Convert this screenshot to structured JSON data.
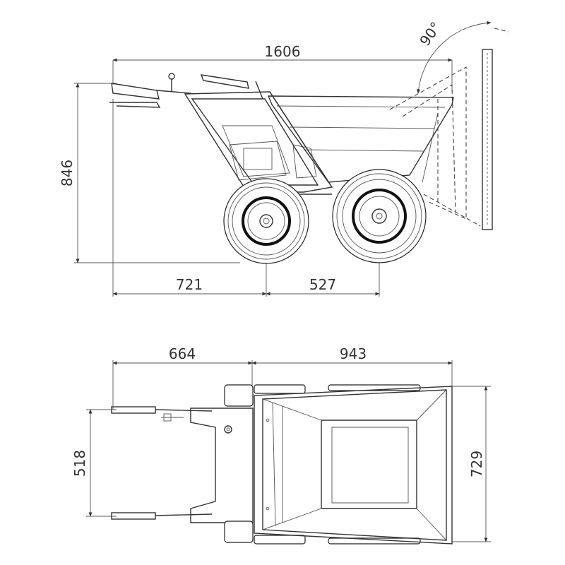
{
  "side_view": {
    "overall_length": "1606",
    "height": "846",
    "front_overhang": "721",
    "wheelbase": "527",
    "tilt_angle": "90°"
  },
  "top_view": {
    "handle_section_length": "664",
    "skip_length": "943",
    "handle_width": "518",
    "overall_width": "729"
  },
  "colors": {
    "line": "#333333",
    "background": "#ffffff"
  }
}
